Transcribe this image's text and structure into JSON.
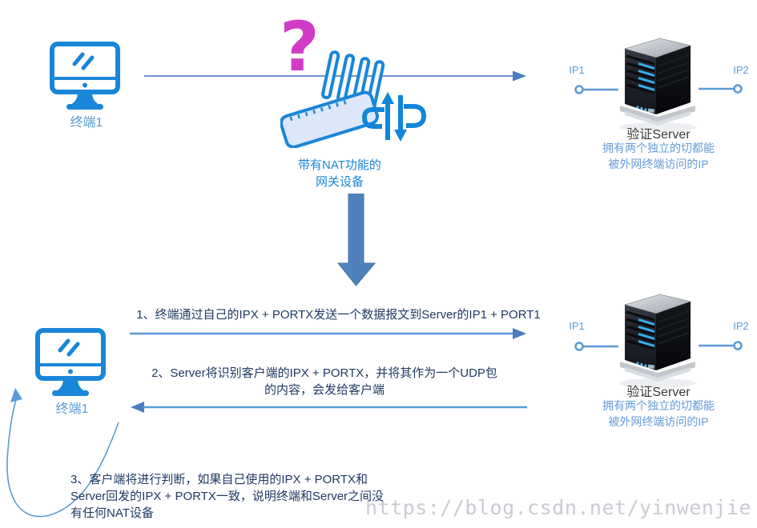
{
  "diagram": {
    "icons": {
      "question_mark": "?"
    },
    "colors": {
      "icon_blue": "#1a86d8",
      "label_blue": "#5b9bd5",
      "link_blue": "#6b93cf",
      "arrow_head_blue": "#4a7dbd",
      "big_arrow_blue": "#4f81bd",
      "dark_text": "#203a62",
      "server_name_text": "#3a3a3a",
      "question_pink": "#d23ac8",
      "watermark_gray": "#c9cbd3"
    },
    "top": {
      "terminal_label": "终端1",
      "gateway_label_line1": "带有NAT功能的",
      "gateway_label_line2": "网关设备",
      "server": {
        "ip_left": "IP1",
        "ip_right": "IP2",
        "name": "验证Server",
        "desc_line1": "拥有两个独立的切都能",
        "desc_line2": "被外网终端访问的IP"
      }
    },
    "bottom": {
      "terminal_label": "终端1",
      "server": {
        "ip_left": "IP1",
        "ip_right": "IP2",
        "name": "验证Server",
        "desc_line1": "拥有两个独立的切都能",
        "desc_line2": "被外网终端访问的IP"
      },
      "step1_label": "1、终端通过自己的IPX + PORTX发送一个数据报文到Server的IP1 + PORT1",
      "step2_line1": "2、Server将识别客户端的IPX + PORTX，并将其作为一个UDP包",
      "step2_line2": "的内容，会发给客户端",
      "step3_line1": "3、客户端将进行判断，如果自己使用的IPX + PORTX和",
      "step3_line2": "Server回发的IPX + PORTX一致，说明终端和Server之间没",
      "step3_line3": "有任何NAT设备"
    },
    "watermark": "https://blog.csdn.net/yinwenjie"
  }
}
